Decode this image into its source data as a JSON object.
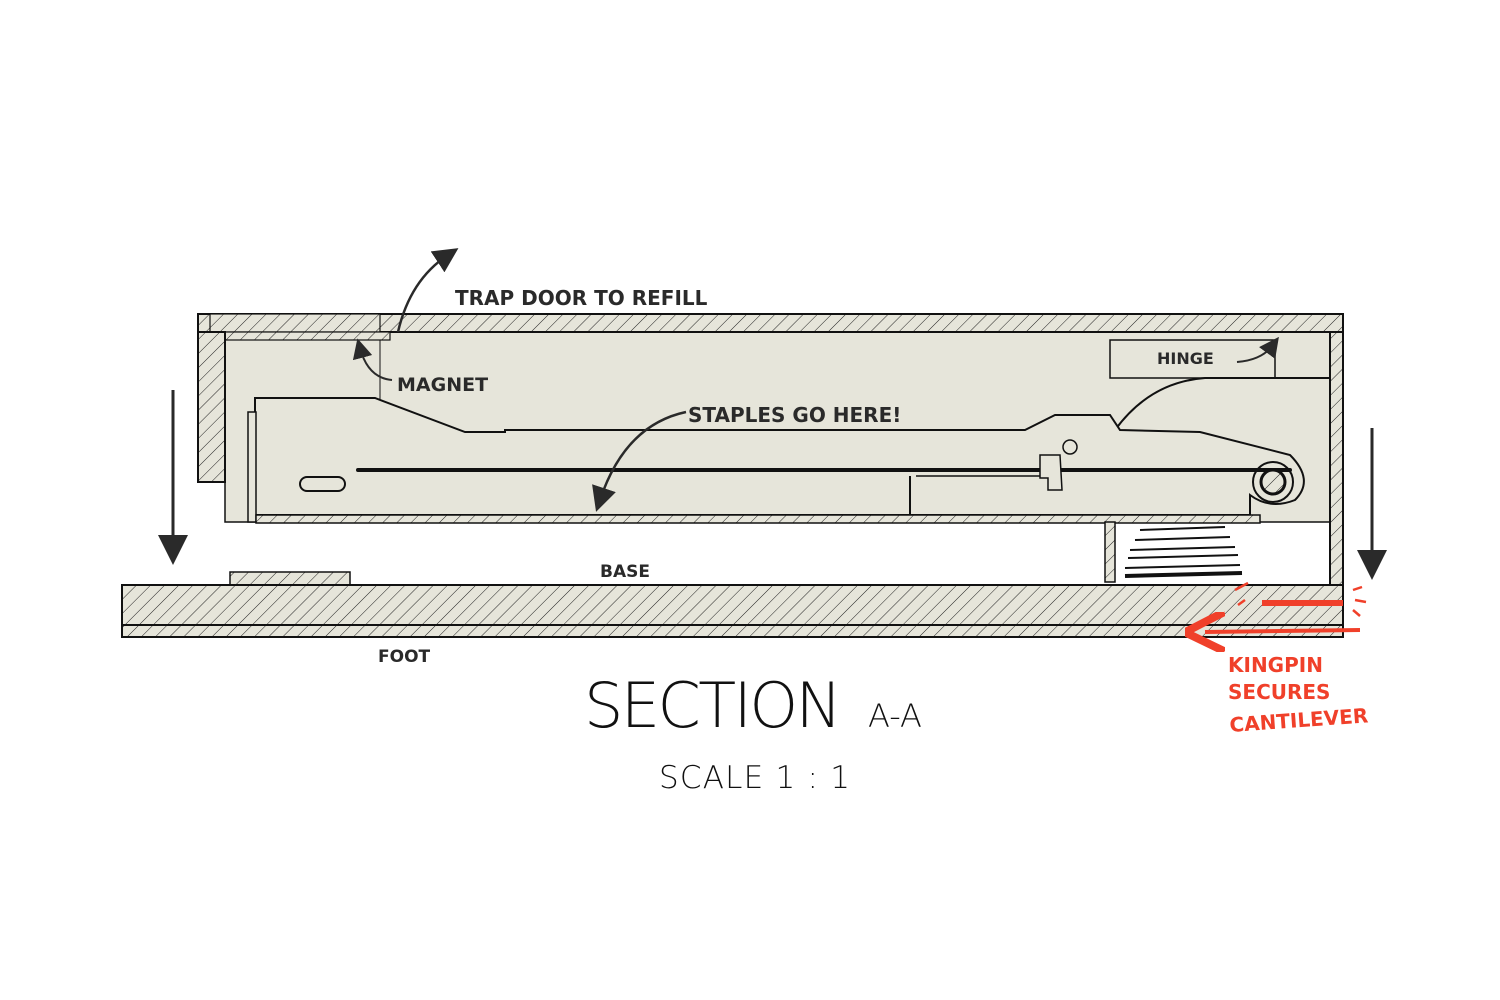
{
  "drawing": {
    "title": "SECTION",
    "section_id": "A-A",
    "scale": "SCALE 1 : 1"
  },
  "annotations": {
    "trapdoor": "TRAP DOOR TO REFILL",
    "magnet": "MAGNET",
    "staples": "STAPLES GO HERE!",
    "hinge": "HINGE",
    "base": "BASE",
    "foot": "FOOT",
    "kingpin": [
      "KINGPIN",
      "SECURES",
      "CANTILEVER"
    ]
  },
  "colors": {
    "part_fill": "#e6e5da",
    "line": "#111111",
    "sketch": "#2a2a2a",
    "highlight": "#f0402a"
  }
}
